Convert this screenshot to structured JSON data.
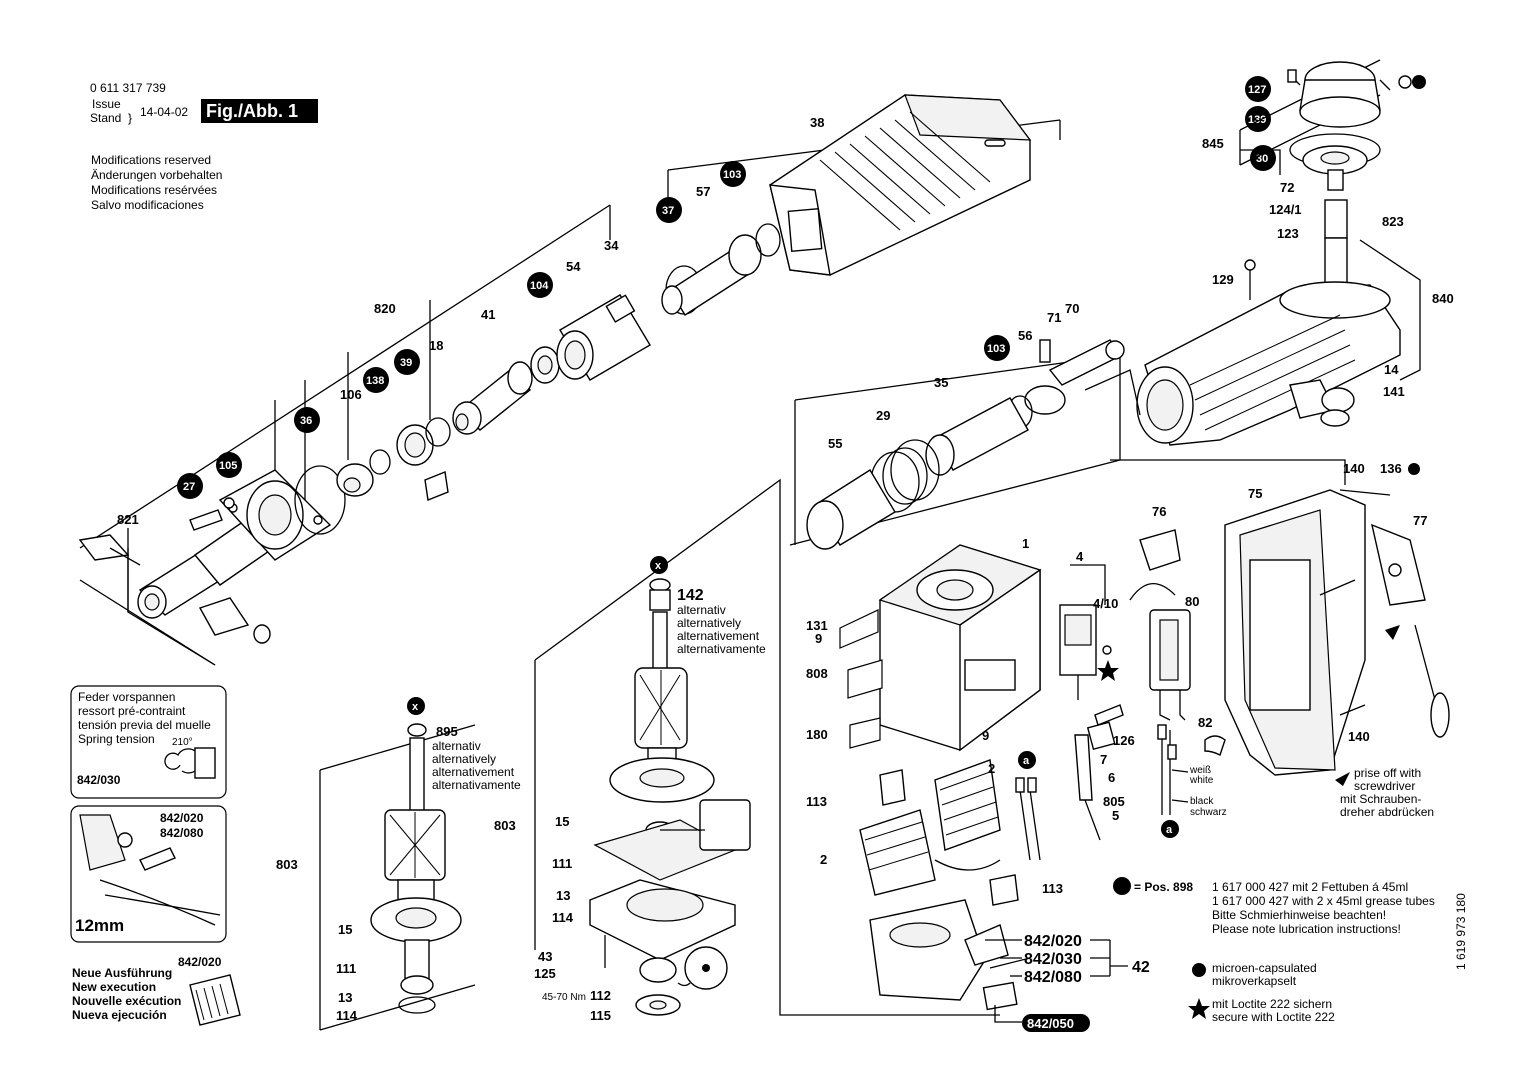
{
  "header": {
    "doc_number": "0 611 317 739",
    "issue_label_1": "Issue",
    "issue_label_2": "Stand",
    "issue_date": "14-04-02",
    "figure_label": "Fig./Abb. 1",
    "modifications": [
      "Modifications reserved",
      "Änderungen vorbehalten",
      "Modifications resérvées",
      "Salvo modificaciones"
    ]
  },
  "side_code": "1 619 973 180",
  "spring_box": {
    "lines": [
      "Feder vorspannen",
      "ressort pré-contraint",
      "tensión previa del muelle",
      "Spring tension"
    ],
    "angle": "210°",
    "part": "842/030"
  },
  "tool_box": {
    "parts": [
      "842/020",
      "842/080"
    ],
    "dimension": "12mm"
  },
  "new_execution": {
    "part": "842/020",
    "lines": [
      "Neue Ausführung",
      "New execution",
      "Nouvelle exécution",
      "Nueva ejecución"
    ]
  },
  "alternative_142": [
    "alternativ",
    "alternatively",
    "alternativement",
    "alternativamente"
  ],
  "alternative_895": [
    "alternativ",
    "alternatively",
    "alternativement",
    "alternativamente"
  ],
  "circle_marker_x": "x",
  "circle_marker_a": "a",
  "circled_parts": [
    "127",
    "139",
    "30",
    "103",
    "37",
    "104",
    "39",
    "138",
    "36",
    "105",
    "27",
    "103"
  ],
  "labels": {
    "p38": "38",
    "p57": "57",
    "p34": "34",
    "p54": "54",
    "p820": "820",
    "p41": "41",
    "p18": "18",
    "p106": "106",
    "p821": "821",
    "p142": "142",
    "p895": "895",
    "p803a": "803",
    "p803b": "803",
    "p15a": "15",
    "p15b": "15",
    "p111a": "111",
    "p111b": "111",
    "p13a": "13",
    "p13b": "13",
    "p114a": "114",
    "p114b": "114",
    "p43": "43",
    "p125": "125",
    "p112": "112",
    "p115": "115",
    "torque": "45-70 Nm",
    "p845": "845",
    "p72": "72",
    "p124_1": "124/1",
    "p123": "123",
    "p823": "823",
    "p129": "129",
    "p840": "840",
    "p14": "14",
    "p141": "141",
    "p56": "56",
    "p71": "71",
    "p70": "70",
    "p35": "35",
    "p29": "29",
    "p55": "55",
    "p140a": "140",
    "p136": "136",
    "p140b": "140",
    "p75": "75",
    "p77": "77",
    "p76": "76",
    "p1": "1",
    "p4": "4",
    "p4_10": "4/10",
    "p80": "80",
    "p131": "131",
    "p9a": "9",
    "p9b": "9",
    "p808": "808",
    "p180": "180",
    "p82": "82",
    "p126": "126",
    "p7": "7",
    "p6": "6",
    "p805": "805",
    "p5": "5",
    "p113a": "113",
    "p113b": "113",
    "p2a": "2",
    "p2b": "2",
    "p842_020": "842/020",
    "p842_030": "842/030",
    "p842_080": "842/080",
    "p842_050": "842/050",
    "p42": "42"
  },
  "wire_labels": {
    "white_de": "weiß",
    "white_en": "white",
    "black_en": "black",
    "black_de": "schwarz"
  },
  "prise_off": [
    "prise off with",
    "screwdriver",
    "mit Schrauben-",
    "dreher abdrücken"
  ],
  "grease": {
    "pos": "= Pos. 898",
    "lines": [
      "1 617 000 427 mit 2 Fettuben á 45ml",
      "1 617 000 427 with 2 x 45ml grease tubes",
      "Bitte Schmierhinweise beachten!",
      "Please note lubrication instructions!"
    ]
  },
  "legend": {
    "micro": [
      "microen-capsulated",
      "mikroverkapselt"
    ],
    "loctite": [
      "mit Loctite 222 sichern",
      "secure with Loctite 222"
    ]
  }
}
